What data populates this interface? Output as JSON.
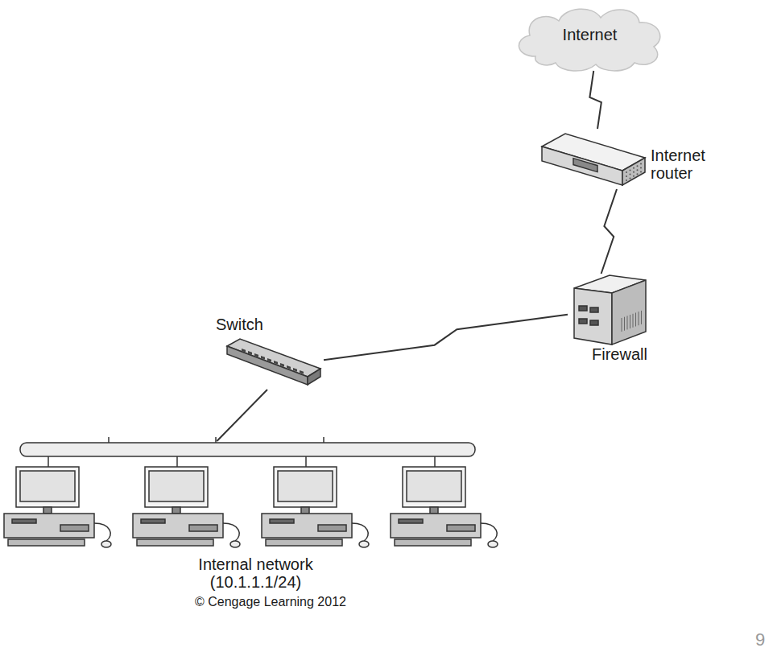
{
  "diagram": {
    "nodes": [
      {
        "text": [
          "Internet"
        ]
      },
      {
        "text": [
          "Internet router"
        ]
      },
      {
        "text": [
          "Firewall"
        ]
      },
      {
        "text": [
          "Switch"
        ]
      },
      {
        "text": [
          "Internal network (10.1.1.1/24)"
        ]
      }
    ],
    "edges": [
      {
        "from": 0,
        "to": 1,
        "arrow": "none"
      },
      {
        "from": 1,
        "to": 2,
        "arrow": "none"
      },
      {
        "from": 2,
        "to": 3,
        "arrow": "none"
      },
      {
        "from": 3,
        "to": 4,
        "arrow": "none"
      }
    ],
    "labels": [
      "© Cengage Learning 2012",
      "9"
    ]
  }
}
